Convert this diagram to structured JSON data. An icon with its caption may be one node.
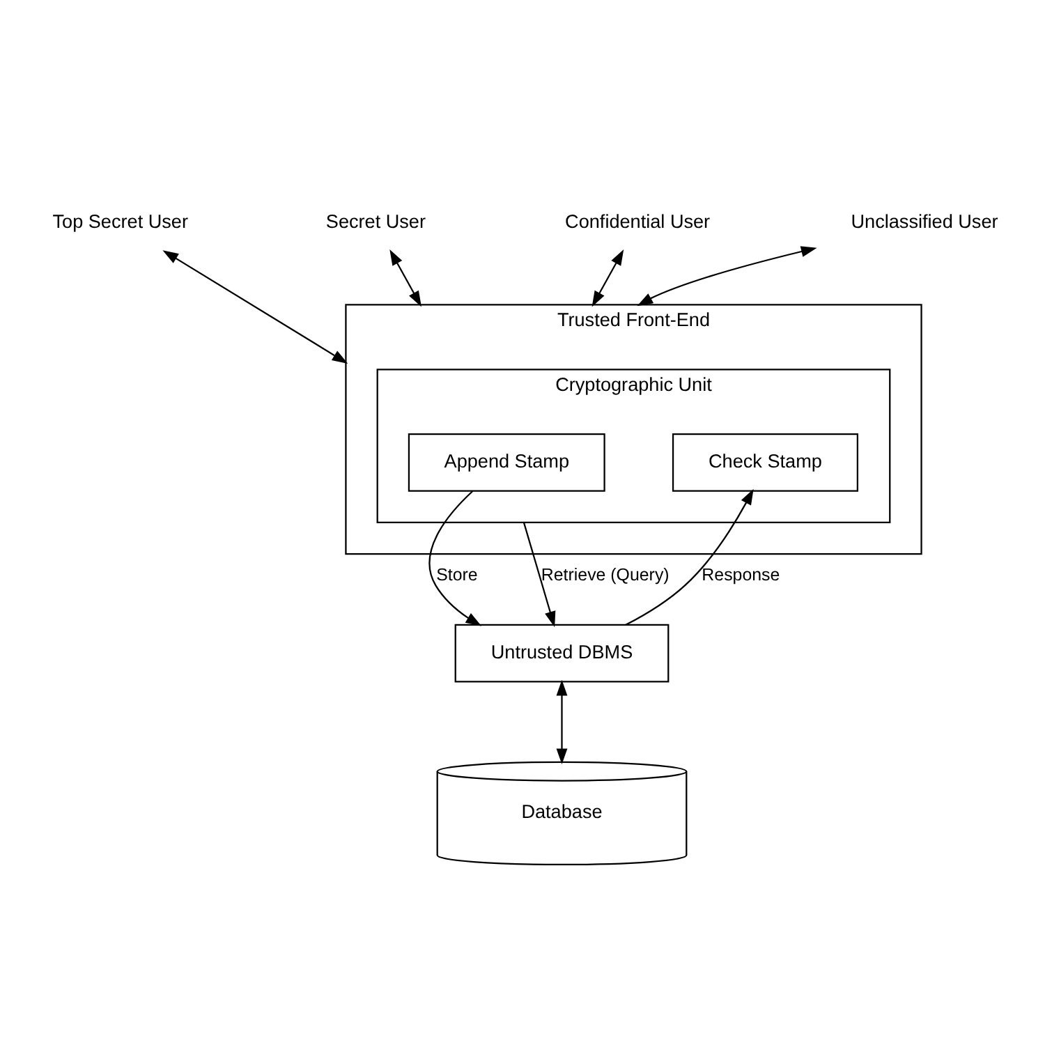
{
  "diagram": {
    "nodes": [
      {
        "text": [
          "Top Secret User"
        ]
      },
      {
        "text": [
          "Secret User"
        ]
      },
      {
        "text": [
          "Confidential User"
        ]
      },
      {
        "text": [
          "Unclassified User"
        ]
      },
      {
        "text": [
          "Trusted Front-End"
        ]
      },
      {
        "text": [
          "Cryptographic Unit"
        ],
        "in": 4
      },
      {
        "text": [
          "Append Stamp"
        ],
        "in": 5
      },
      {
        "text": [
          "Check Stamp"
        ],
        "in": 5
      },
      {
        "text": [
          "Untrusted DBMS"
        ]
      },
      {
        "text": [
          "Database"
        ]
      }
    ],
    "edges": [
      {
        "from": 0,
        "to": 4,
        "arrow": "both"
      },
      {
        "from": 1,
        "to": 4,
        "arrow": "both"
      },
      {
        "from": 2,
        "to": 4,
        "arrow": "both"
      },
      {
        "from": 3,
        "to": 4,
        "arrow": "both"
      },
      {
        "from": 6,
        "to": 8,
        "arrow": "to",
        "label": "Store"
      },
      {
        "from": 5,
        "to": 8,
        "arrow": "to",
        "label": "Retrieve (Query)"
      },
      {
        "from": 8,
        "to": 7,
        "arrow": "to",
        "label": "Response"
      },
      {
        "from": 8,
        "to": 9,
        "arrow": "both"
      }
    ]
  }
}
